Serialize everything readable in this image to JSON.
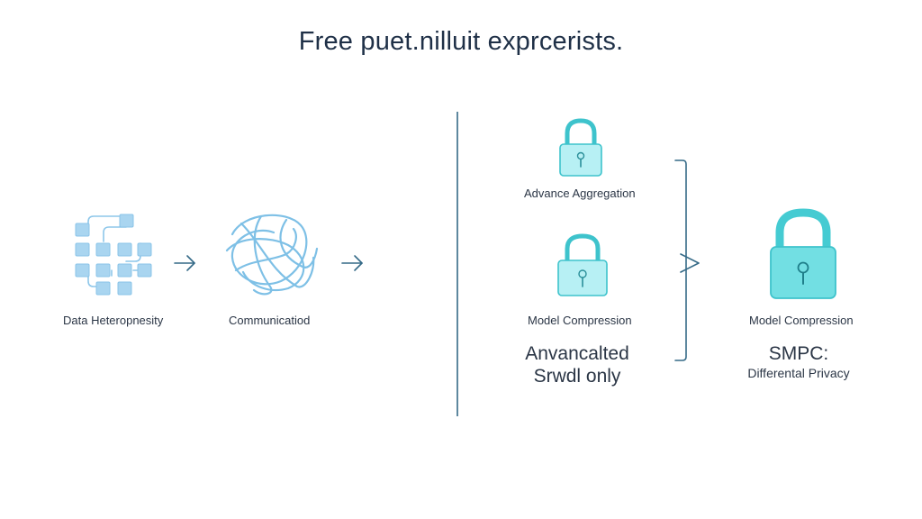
{
  "title": "Free puet.nilluit exprcerists.",
  "left_panel": {
    "step1_label": "Data Heteropnesity",
    "step2_label": "Communicatiod"
  },
  "right_panel": {
    "lock1_label": "Advance Aggregation",
    "lock2_label": "Model Compression",
    "lock2_sublabel_line1": "Anvancalted",
    "lock2_sublabel_line2": "Srwdl only",
    "lock3_label": "Model Compression",
    "lock3_title": "SMPC:",
    "lock3_subtitle": "Differental Privacy"
  },
  "icons": {
    "grid": "data-grid-icon",
    "tangle": "tangled-network-icon",
    "lock": "padlock-icon",
    "arrow": "arrow-right-icon"
  },
  "colors": {
    "accent_light": "#a9d5f0",
    "accent_stroke": "#7ec0e6",
    "lock_fill": "#b7f0f4",
    "lock_stroke": "#3ec3cc",
    "lock_big_fill": "#72dfe3",
    "line": "#356a87",
    "text": "#2b3646",
    "title": "#1f3047"
  }
}
